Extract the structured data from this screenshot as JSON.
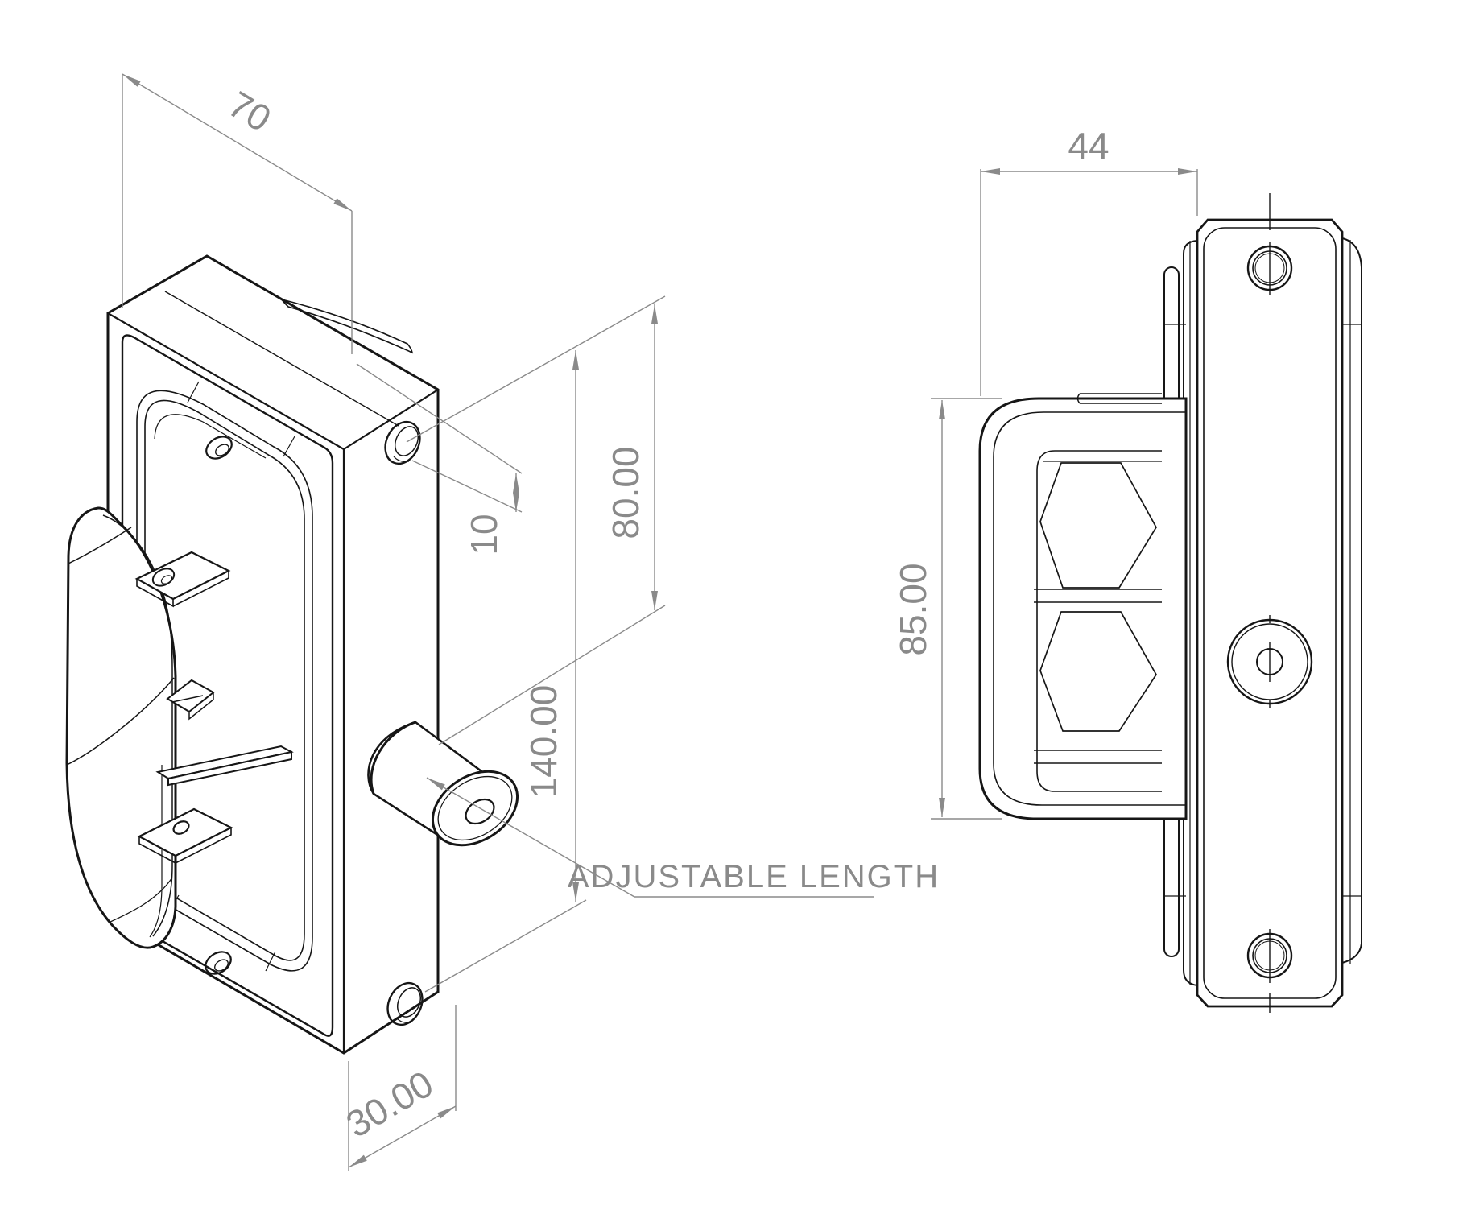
{
  "drawing": {
    "type": "technical-cad-drawing",
    "views": {
      "isometric_view": {
        "description": "gate-lock body isometric projection",
        "dimensions": {
          "width": {
            "value": "70"
          },
          "chamfer": {
            "value": "10"
          },
          "hole_offset": {
            "value": "80.00"
          },
          "hole_spacing": {
            "value": "140.00"
          },
          "depth": {
            "value": "30.00"
          }
        },
        "leader_note": {
          "label": "ADJUSTABLE LENGTH"
        }
      },
      "side_view": {
        "description": "lock side elevation with handle bracket",
        "dimensions": {
          "overall_depth": {
            "value": "44"
          },
          "handle_height": {
            "value": "85.00"
          }
        }
      }
    },
    "colors": {
      "line": "#161616",
      "dimension": "#8a8a8a",
      "background": "#ffffff"
    }
  }
}
